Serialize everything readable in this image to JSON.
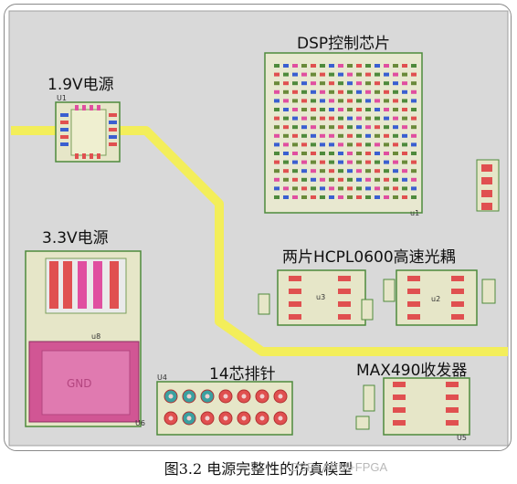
{
  "labels": {
    "dsp": "DSP控制芯片",
    "v19": "1.9V电源",
    "v33": "3.3V电源",
    "hcpl": "两片HCPL0600高速光耦",
    "header": "14芯排针",
    "max490": "MAX490收发器"
  },
  "designators": {
    "u1": "U1",
    "u2": "u2",
    "u4": "U4",
    "u5": "U5",
    "u6": "U6",
    "u8": "u8"
  },
  "gnd_text": "GND",
  "caption": "图3.2  电源完整性的仿真模型",
  "watermark": "DSP+ARM+FPGA",
  "colors": {
    "board": "#d9d9d9",
    "trace": "#f3ee5a",
    "outline": "#4e8a3c",
    "pad_red": "#e05050",
    "pad_pink": "#e04fa0",
    "gnd_fill": "#d15694"
  }
}
